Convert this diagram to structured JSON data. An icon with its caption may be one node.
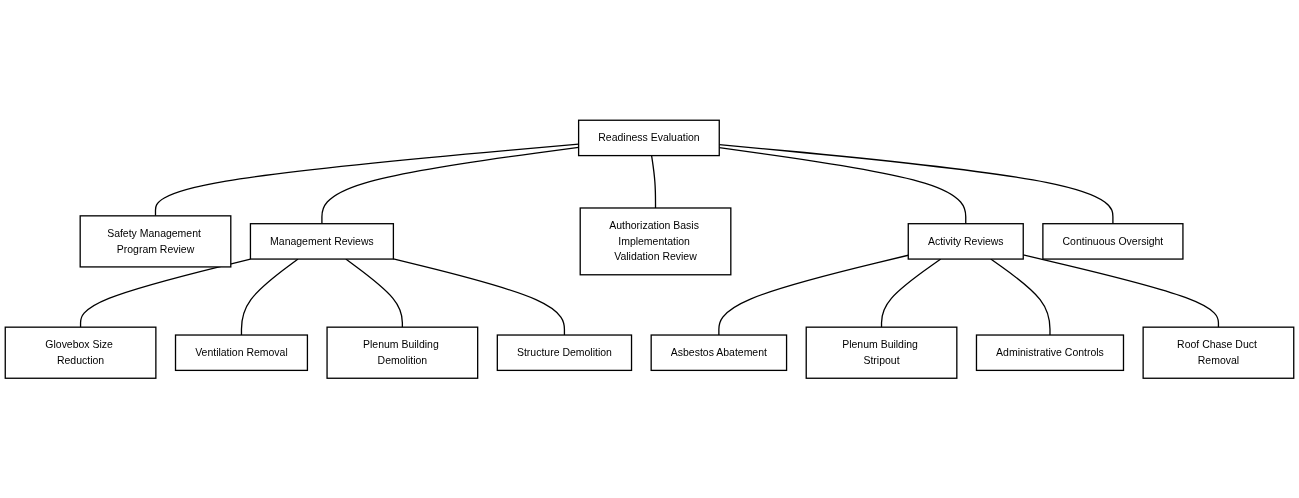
{
  "diagram": {
    "nodes": [
      {
        "text": [
          "Readiness Evaluation"
        ]
      },
      {
        "text": [
          "Safety Management Program Review"
        ]
      },
      {
        "text": [
          "Management Reviews"
        ]
      },
      {
        "text": [
          "Authorization Basis Implementation Validation Review"
        ]
      },
      {
        "text": [
          "Activity Reviews"
        ]
      },
      {
        "text": [
          "Continuous Oversight"
        ]
      },
      {
        "text": [
          "Glovebox Size Reduction"
        ]
      },
      {
        "text": [
          "Ventilation Removal"
        ]
      },
      {
        "text": [
          "Plenum Building Demolition"
        ]
      },
      {
        "text": [
          "Structure Demolition"
        ]
      },
      {
        "text": [
          "Asbestos Abatement"
        ]
      },
      {
        "text": [
          "Plenum Building Stripout"
        ]
      },
      {
        "text": [
          "Administrative Controls"
        ]
      },
      {
        "text": [
          "Roof Chase Duct Removal"
        ]
      }
    ],
    "edges": [
      {
        "from": 0,
        "to": 1,
        "arrow": "none"
      },
      {
        "from": 0,
        "to": 2,
        "arrow": "none"
      },
      {
        "from": 0,
        "to": 3,
        "arrow": "none"
      },
      {
        "from": 0,
        "to": 4,
        "arrow": "none"
      },
      {
        "from": 0,
        "to": 5,
        "arrow": "none"
      },
      {
        "from": 2,
        "to": 6,
        "arrow": "none"
      },
      {
        "from": 2,
        "to": 7,
        "arrow": "none"
      },
      {
        "from": 2,
        "to": 8,
        "arrow": "none"
      },
      {
        "from": 2,
        "to": 9,
        "arrow": "none"
      },
      {
        "from": 4,
        "to": 10,
        "arrow": "none"
      },
      {
        "from": 4,
        "to": 11,
        "arrow": "none"
      },
      {
        "from": 4,
        "to": 12,
        "arrow": "none"
      },
      {
        "from": 4,
        "to": 13,
        "arrow": "none"
      }
    ]
  }
}
